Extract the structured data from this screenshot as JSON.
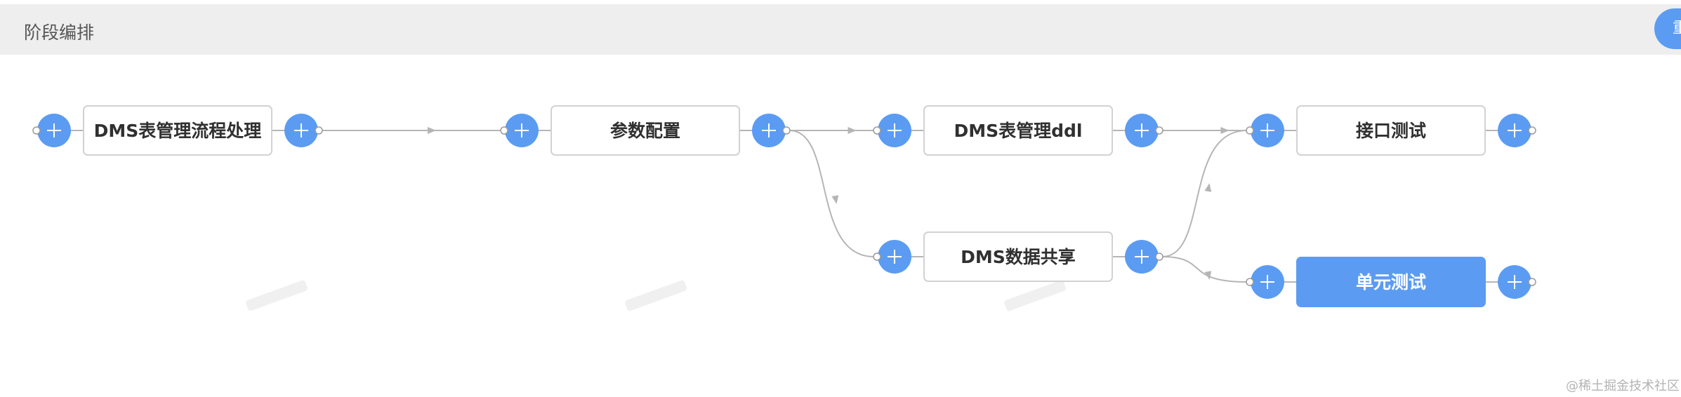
{
  "header": {
    "title": "阶段编排",
    "button_label": "重"
  },
  "colors": {
    "accent": "#5b9cf2",
    "header_bg": "#eeeeee",
    "node_border": "#d2d2d2",
    "edge": "#b5b5b5"
  },
  "plus_icon": "plus-icon",
  "stages": [
    {
      "id": "s1",
      "label": "DMS表管理流程处理",
      "active": false
    },
    {
      "id": "s2",
      "label": "参数配置",
      "active": false
    },
    {
      "id": "s3",
      "label": "DMS表管理ddl",
      "active": false
    },
    {
      "id": "s4",
      "label": "DMS数据共享",
      "active": false
    },
    {
      "id": "s5",
      "label": "接口测试",
      "active": false
    },
    {
      "id": "s6",
      "label": "单元测试",
      "active": true
    }
  ],
  "edges": [
    {
      "from": "s1",
      "to": "s2"
    },
    {
      "from": "s2",
      "to": "s3"
    },
    {
      "from": "s2",
      "to": "s4"
    },
    {
      "from": "s3",
      "to": "s5"
    },
    {
      "from": "s4",
      "to": "s5"
    },
    {
      "from": "s4",
      "to": "s6"
    }
  ],
  "watermark": "@稀土掘金技术社区"
}
